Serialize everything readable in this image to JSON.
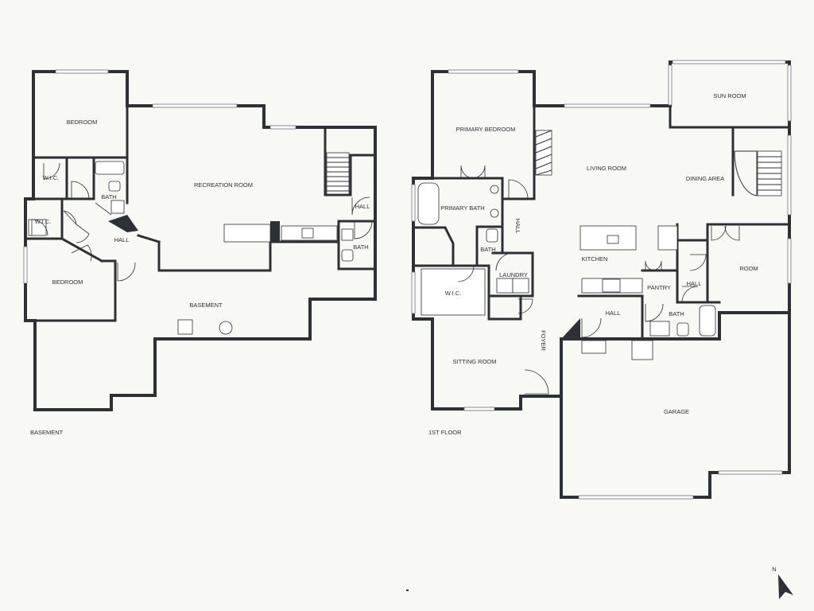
{
  "floors": {
    "basement": {
      "label": "BASEMENT",
      "rooms": {
        "bedroom_top": "BEDROOM",
        "recreation_room": "RECREATION ROOM",
        "wic_top": "W.I.C.",
        "bath_left": "BATH",
        "wic_mid": "W.I.C.",
        "hall": "HALL",
        "hall_right": "HALL",
        "bath_right": "BATH",
        "bedroom_bottom": "BEDROOM",
        "basement": "BASEMENT"
      }
    },
    "first": {
      "label": "1ST FLOOR",
      "rooms": {
        "sun_room": "SUN ROOM",
        "primary_bedroom": "PRIMARY BEDROOM",
        "living_room": "LIVING ROOM",
        "dining_area": "DINING AREA",
        "primary_bath": "PRIMARY BATH",
        "hall_vertical": "HALL",
        "bath_small": "BATH",
        "kitchen": "KITCHEN",
        "room": "ROOM",
        "laundry": "LAUNDRY",
        "wic": "W.I.C.",
        "pantry": "PANTRY",
        "hall_small": "HALL",
        "hall_lower": "HALL",
        "bath_lower": "BATH",
        "foyer": "FOYER",
        "sitting_room": "SITTING ROOM",
        "garage": "GARAGE"
      }
    }
  },
  "compass": {
    "label": "N"
  },
  "colors": {
    "background": "#f8f8f4",
    "wall": "#2d3035"
  }
}
